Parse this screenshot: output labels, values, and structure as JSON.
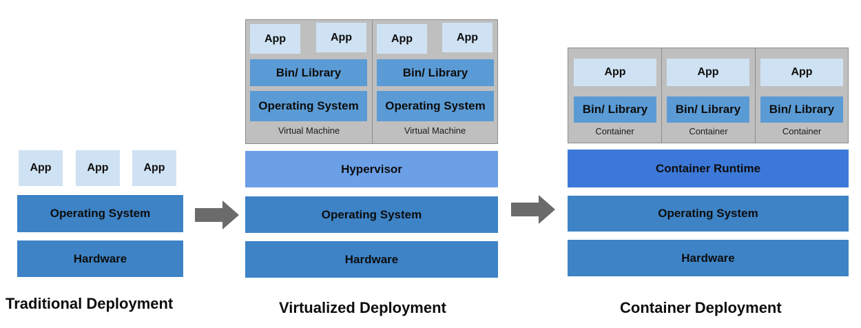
{
  "traditional": {
    "apps": [
      "App",
      "App",
      "App"
    ],
    "os": "Operating System",
    "hardware": "Hardware",
    "title": "Traditional Deployment"
  },
  "virtualized": {
    "vms": [
      {
        "apps": [
          "App",
          "App"
        ],
        "lib": "Bin/ Library",
        "os": "Operating System",
        "caption": "Virtual Machine"
      },
      {
        "apps": [
          "App",
          "App"
        ],
        "lib": "Bin/ Library",
        "os": "Operating System",
        "caption": "Virtual Machine"
      }
    ],
    "hypervisor": "Hypervisor",
    "os": "Operating System",
    "hardware": "Hardware",
    "title": "Virtualized Deployment"
  },
  "container": {
    "containers": [
      {
        "app": "App",
        "lib": "Bin/ Library",
        "caption": "Container"
      },
      {
        "app": "App",
        "lib": "Bin/ Library",
        "caption": "Container"
      },
      {
        "app": "App",
        "lib": "Bin/ Library",
        "caption": "Container"
      }
    ],
    "runtime": "Container Runtime",
    "os": "Operating System",
    "hardware": "Hardware",
    "title": "Container Deployment"
  },
  "colors": {
    "app": "#cfe2f3",
    "layer": "#3d83c6",
    "hypervisor": "#6b9fe6",
    "runtime": "#3c78d8",
    "library": "#5b9bd5",
    "panel": "#bfbfbf",
    "arrow": "#6b6b6b"
  },
  "icons": [
    "right-arrow-icon",
    "right-arrow-icon"
  ]
}
